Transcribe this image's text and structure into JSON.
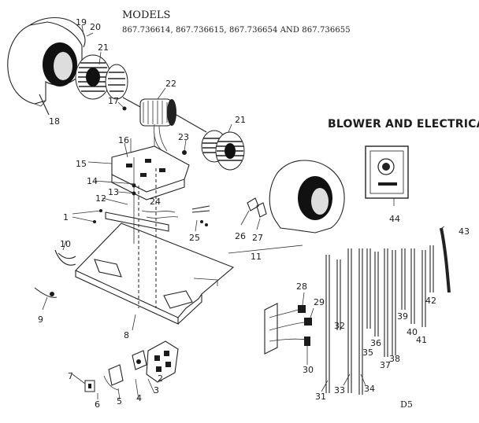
{
  "header": {
    "models_title": "MODELS",
    "models_list": "867.736614, 867.736615, 867.736654 AND 867.736655"
  },
  "section_title": "BLOWER AND ELECTRICAL",
  "page_code": "D5",
  "part_labels": [
    "1",
    "2",
    "3",
    "4",
    "5",
    "6",
    "7",
    "8",
    "9",
    "10",
    "11",
    "12",
    "13",
    "14",
    "15",
    "16",
    "17",
    "18",
    "19",
    "20",
    "21",
    "21",
    "22",
    "23",
    "24",
    "25",
    "26",
    "27",
    "28",
    "29",
    "30",
    "31",
    "32",
    "33",
    "34",
    "35",
    "36",
    "37",
    "38",
    "39",
    "40",
    "41",
    "42",
    "43",
    "44"
  ]
}
